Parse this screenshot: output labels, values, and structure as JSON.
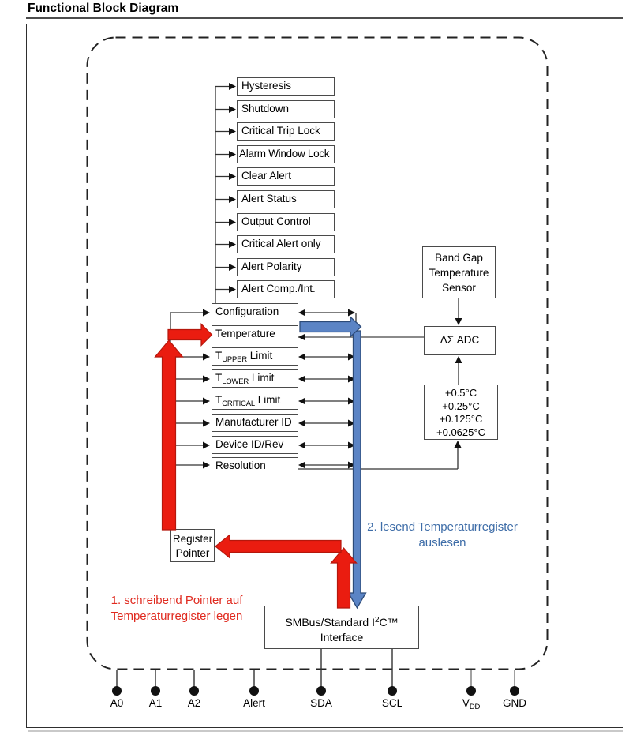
{
  "title": "Functional Block Diagram",
  "config_bits": [
    "Hysteresis",
    "Shutdown",
    "Critical Trip Lock",
    "Alarm Window Lock",
    "Clear Alert",
    "Alert Status",
    "Output Control",
    "Critical Alert only",
    "Alert Polarity",
    "Alert Comp./Int."
  ],
  "registers": [
    {
      "pre": "Configuration",
      "sub": "",
      "post": ""
    },
    {
      "pre": "Temperature",
      "sub": "",
      "post": ""
    },
    {
      "pre": "T",
      "sub": "UPPER",
      "post": " Limit"
    },
    {
      "pre": "T",
      "sub": "LOWER",
      "post": " Limit"
    },
    {
      "pre": "T",
      "sub": "CRITICAL",
      "post": " Limit"
    },
    {
      "pre": "Manufacturer ID",
      "sub": "",
      "post": ""
    },
    {
      "pre": "Device ID/Rev",
      "sub": "",
      "post": ""
    },
    {
      "pre": "Resolution",
      "sub": "",
      "post": ""
    }
  ],
  "right_blocks": {
    "band_gap": [
      "Band Gap",
      "Temperature",
      "Sensor"
    ],
    "adc": "ΔΣ ADC",
    "resolutions": [
      "+0.5°C",
      "+0.25°C",
      "+0.125°C",
      "+0.0625°C"
    ]
  },
  "register_pointer": [
    "Register",
    "Pointer"
  ],
  "interface": {
    "pre": "SMBus/Standard I",
    "sup": "2",
    "post": "C™",
    "line2": "Interface"
  },
  "pins": [
    {
      "pre": "A0",
      "sub": ""
    },
    {
      "pre": "A1",
      "sub": ""
    },
    {
      "pre": "A2",
      "sub": ""
    },
    {
      "pre": "Alert",
      "sub": ""
    },
    {
      "pre": "SDA",
      "sub": ""
    },
    {
      "pre": "SCL",
      "sub": ""
    },
    {
      "pre": "V",
      "sub": "DD"
    },
    {
      "pre": "GND",
      "sub": ""
    }
  ],
  "annotations": {
    "write": {
      "line1": "1. schreibend Pointer auf",
      "line2": "Temperaturregister legen"
    },
    "read": {
      "line1": "2. lesend Temperaturregister",
      "line2": "auslesen"
    }
  },
  "colors": {
    "annotation_red": "#ea1c10",
    "annotation_red_border": "#b5170c",
    "annotation_blue": "#5b84c5",
    "annotation_blue_border": "#2c4a77",
    "red_text": "#e02a1f",
    "blue_text": "#3e6da8",
    "line": "#333333"
  }
}
